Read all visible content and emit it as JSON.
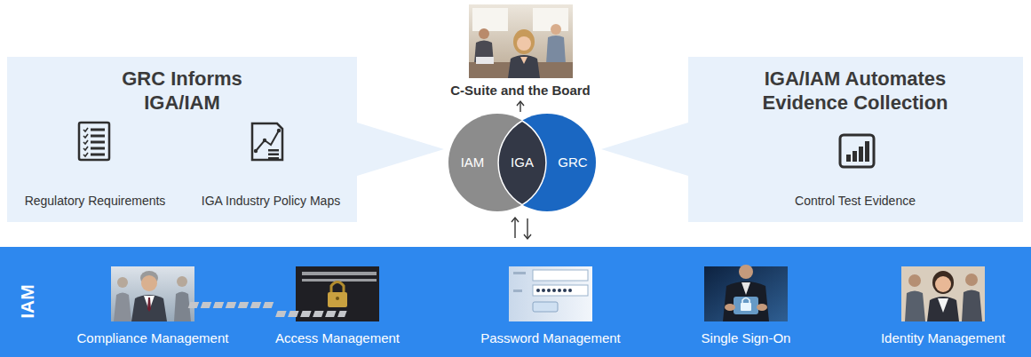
{
  "diagram": {
    "nodes": [
      {
        "text": [
          "GRC Informs IGA/IAM",
          "Regulatory Requirements",
          "IGA Industry Policy Maps"
        ]
      },
      {
        "text": [
          "IAM"
        ]
      },
      {
        "text": [
          "GRC"
        ]
      },
      {
        "text": [
          "IGA"
        ]
      },
      {
        "text": [
          "IGA/IAM Automates Evidence Collection",
          "Control Test Evidence"
        ]
      },
      {
        "text": [
          "IAM",
          "Compliance Management",
          "Access Management",
          "Password Management",
          "Single Sign-On",
          "Identity Management"
        ]
      }
    ],
    "labels": [
      "C-Suite and the Board"
    ]
  }
}
